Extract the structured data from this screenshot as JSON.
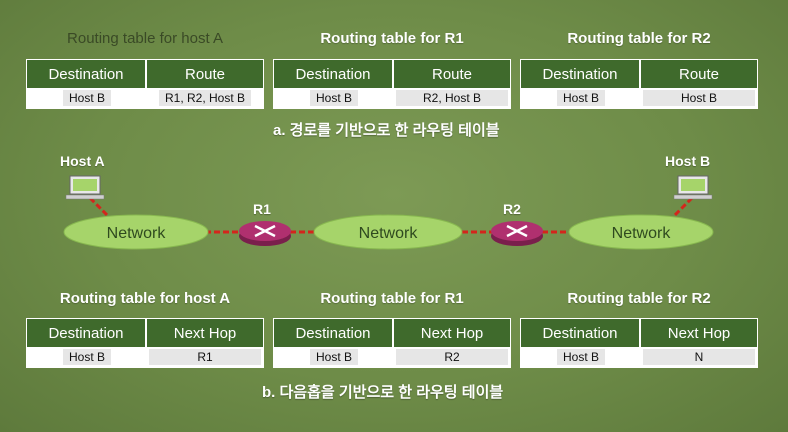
{
  "top": {
    "tables": [
      {
        "title": "Routing table for host A",
        "col1": "Destination",
        "col2": "Route",
        "dest": "Host B",
        "route": "R1, R2, Host B"
      },
      {
        "title": "Routing table for R1",
        "col1": "Destination",
        "col2": "Route",
        "dest": "Host B",
        "route": "R2, Host B"
      },
      {
        "title": "Routing table for R2",
        "col1": "Destination",
        "col2": "Route",
        "dest": "Host B",
        "route": "Host B"
      }
    ],
    "caption": "a. 경로를 기반으로 한 라우팅 테이블"
  },
  "network": {
    "host_a": "Host A",
    "host_b": "Host B",
    "r1": "R1",
    "r2": "R2",
    "net1": "Network",
    "net2": "Network",
    "net3": "Network"
  },
  "bottom": {
    "tables": [
      {
        "title": "Routing table for host A",
        "col1": "Destination",
        "col2": "Next Hop",
        "dest": "Host B",
        "route": "R1"
      },
      {
        "title": "Routing table for R1",
        "col1": "Destination",
        "col2": "Next Hop",
        "dest": "Host B",
        "route": "R2"
      },
      {
        "title": "Routing table for R2",
        "col1": "Destination",
        "col2": "Next Hop",
        "dest": "Host B",
        "route": "N"
      }
    ],
    "caption": "b. 다음홉을 기반으로 한 라우팅 테이블"
  },
  "colors": {
    "header_green": "#3f6a2c",
    "network_green": "#a6d46a",
    "router_magenta": "#b0306f",
    "link_red": "#d4251c"
  }
}
